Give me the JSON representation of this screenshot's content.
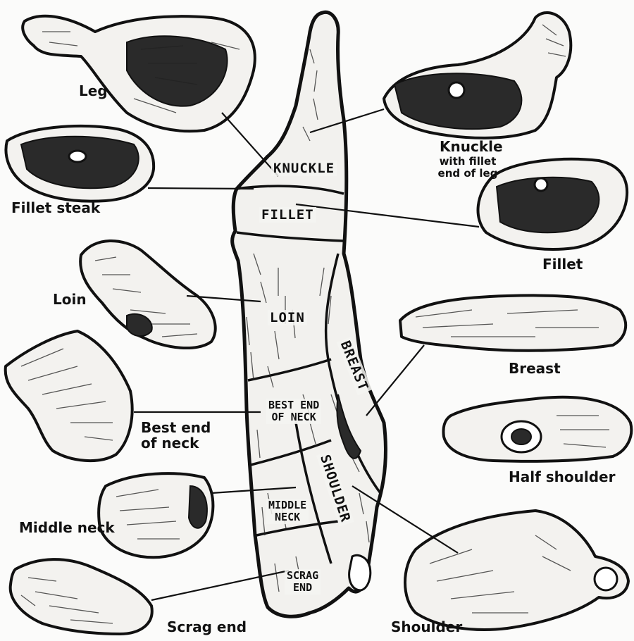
{
  "diagram": {
    "callouts": {
      "leg": "Leg",
      "fillet_steak": "Fillet steak",
      "loin": "Loin",
      "best_end_of_neck": "Best end\nof neck",
      "middle_neck": "Middle neck",
      "scrag_end": "Scrag end",
      "knuckle_title": "Knuckle",
      "knuckle_note": "with fillet\nend of leg",
      "fillet": "Fillet",
      "breast": "Breast",
      "half_shoulder": "Half shoulder",
      "shoulder": "Shoulder"
    },
    "zones": {
      "knuckle": "KNUCKLE",
      "fillet": "FILLET",
      "loin": "LOIN",
      "breast": "BREAST",
      "best_end_of_neck": "BEST END\nOF NECK",
      "shoulder": "SHOULDER",
      "middle_neck": "MIDDLE\nNECK",
      "scrag_end": "SCRAG\nEND"
    }
  }
}
